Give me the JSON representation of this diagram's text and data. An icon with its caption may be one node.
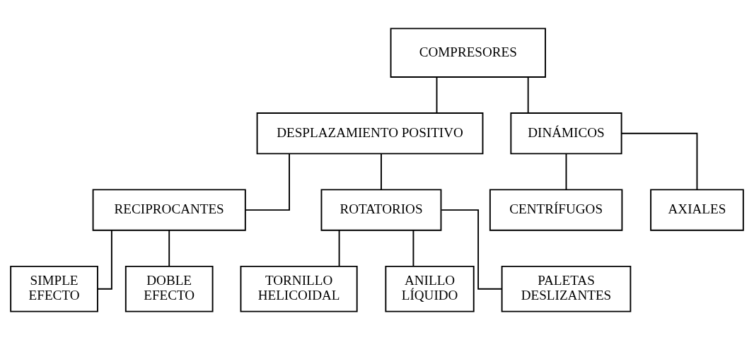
{
  "diagram": {
    "nodes": [
      {
        "text": [
          "COMPRESORES"
        ]
      },
      {
        "text": [
          "DESPLAZAMIENTO POSITIVO"
        ]
      },
      {
        "text": [
          "DINÁMICOS"
        ]
      },
      {
        "text": [
          "RECIPROCANTES"
        ]
      },
      {
        "text": [
          "ROTATORIOS"
        ]
      },
      {
        "text": [
          "CENTRÍFUGOS"
        ]
      },
      {
        "text": [
          "AXIALES"
        ]
      },
      {
        "text": [
          "SIMPLE EFECTO"
        ]
      },
      {
        "text": [
          "DOBLE EFECTO"
        ]
      },
      {
        "text": [
          "TORNILLO HELICOIDAL"
        ]
      },
      {
        "text": [
          "ANILLO LÍQUIDO"
        ]
      },
      {
        "text": [
          "PALETAS DESLIZANTES"
        ]
      }
    ],
    "edges": [
      {
        "from": 0,
        "to": 1,
        "arrow": "none"
      },
      {
        "from": 0,
        "to": 2,
        "arrow": "none"
      },
      {
        "from": 1,
        "to": 3,
        "arrow": "none"
      },
      {
        "from": 1,
        "to": 4,
        "arrow": "none"
      },
      {
        "from": 2,
        "to": 5,
        "arrow": "none"
      },
      {
        "from": 2,
        "to": 6,
        "arrow": "none"
      },
      {
        "from": 3,
        "to": 7,
        "arrow": "none"
      },
      {
        "from": 3,
        "to": 8,
        "arrow": "none"
      },
      {
        "from": 4,
        "to": 9,
        "arrow": "none"
      },
      {
        "from": 4,
        "to": 10,
        "arrow": "none"
      },
      {
        "from": 4,
        "to": 11,
        "arrow": "none"
      }
    ]
  }
}
